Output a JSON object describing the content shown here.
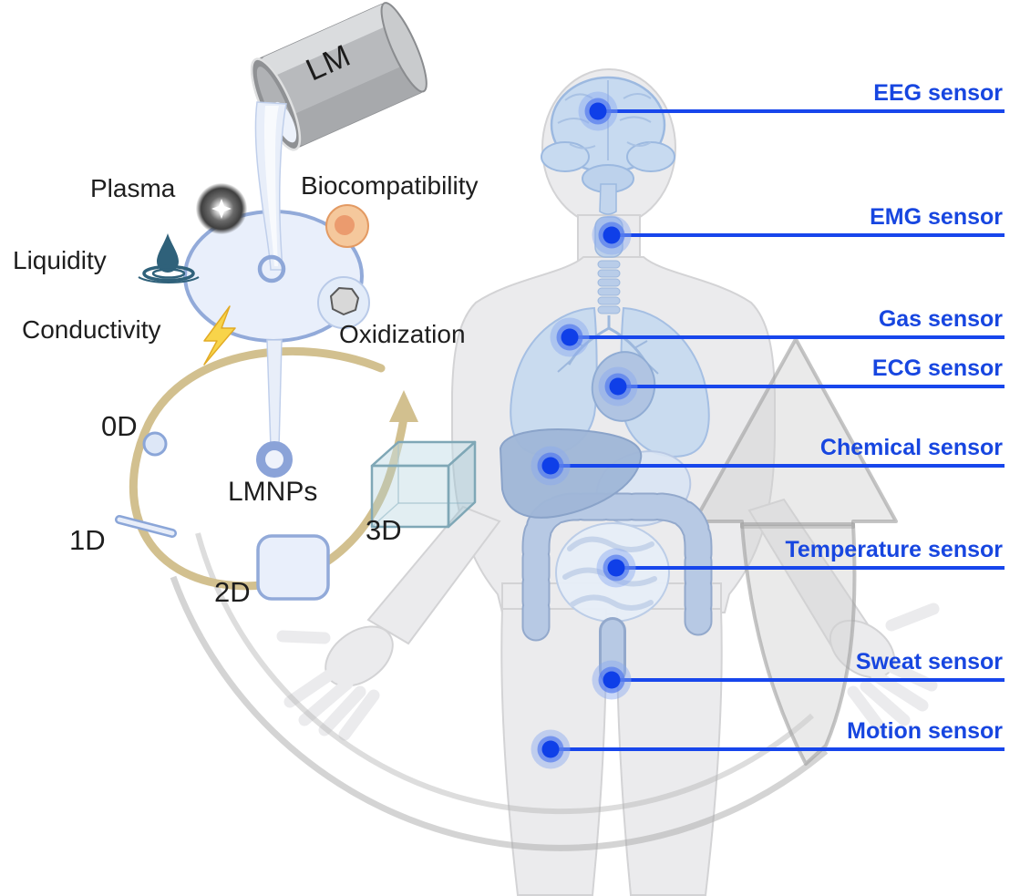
{
  "figure": {
    "lm_bucket_label": "LM",
    "nanoparticle_label": "LMNPs",
    "properties": {
      "plasma": "Plasma",
      "biocompatibility": "Biocompatibility",
      "liquidity": "Liquidity",
      "conductivity": "Conductivity",
      "oxidization": "Oxidization"
    },
    "dimensions": {
      "d0": "0D",
      "d1": "1D",
      "d2": "2D",
      "d3": "3D"
    },
    "icons": {
      "plasma": "fuzzy-plasma-ball-icon",
      "biocompatibility": "cell-icon",
      "liquidity": "water-droplet-ripples-icon",
      "conductivity": "lightning-bolt-icon",
      "oxidization": "oxide-particle-icon"
    },
    "sensors": [
      {
        "label": "EEG sensor"
      },
      {
        "label": "EMG sensor"
      },
      {
        "label": "Gas sensor"
      },
      {
        "label": "ECG sensor"
      },
      {
        "label": "Chemical sensor"
      },
      {
        "label": "Temperature sensor"
      },
      {
        "label": "Sweat sensor"
      },
      {
        "label": "Motion sensor"
      }
    ],
    "colors": {
      "sensor_label_blue": "#1746e0",
      "sensor_dot_blue": "#1243ea",
      "leader_line_blue": "#1746ec",
      "tan_arrow": "#d2c08f",
      "droplet_fill": "#e9effb",
      "droplet_stroke": "#92aad9",
      "organ_blue": "#c6d9ef",
      "body_gray": "#ebebed",
      "bucket_gray": "#b8babd",
      "bolt_yellow": "#f8d44a",
      "cell_orange": "#f5c89c",
      "liquidity_teal": "#2f617a"
    }
  }
}
